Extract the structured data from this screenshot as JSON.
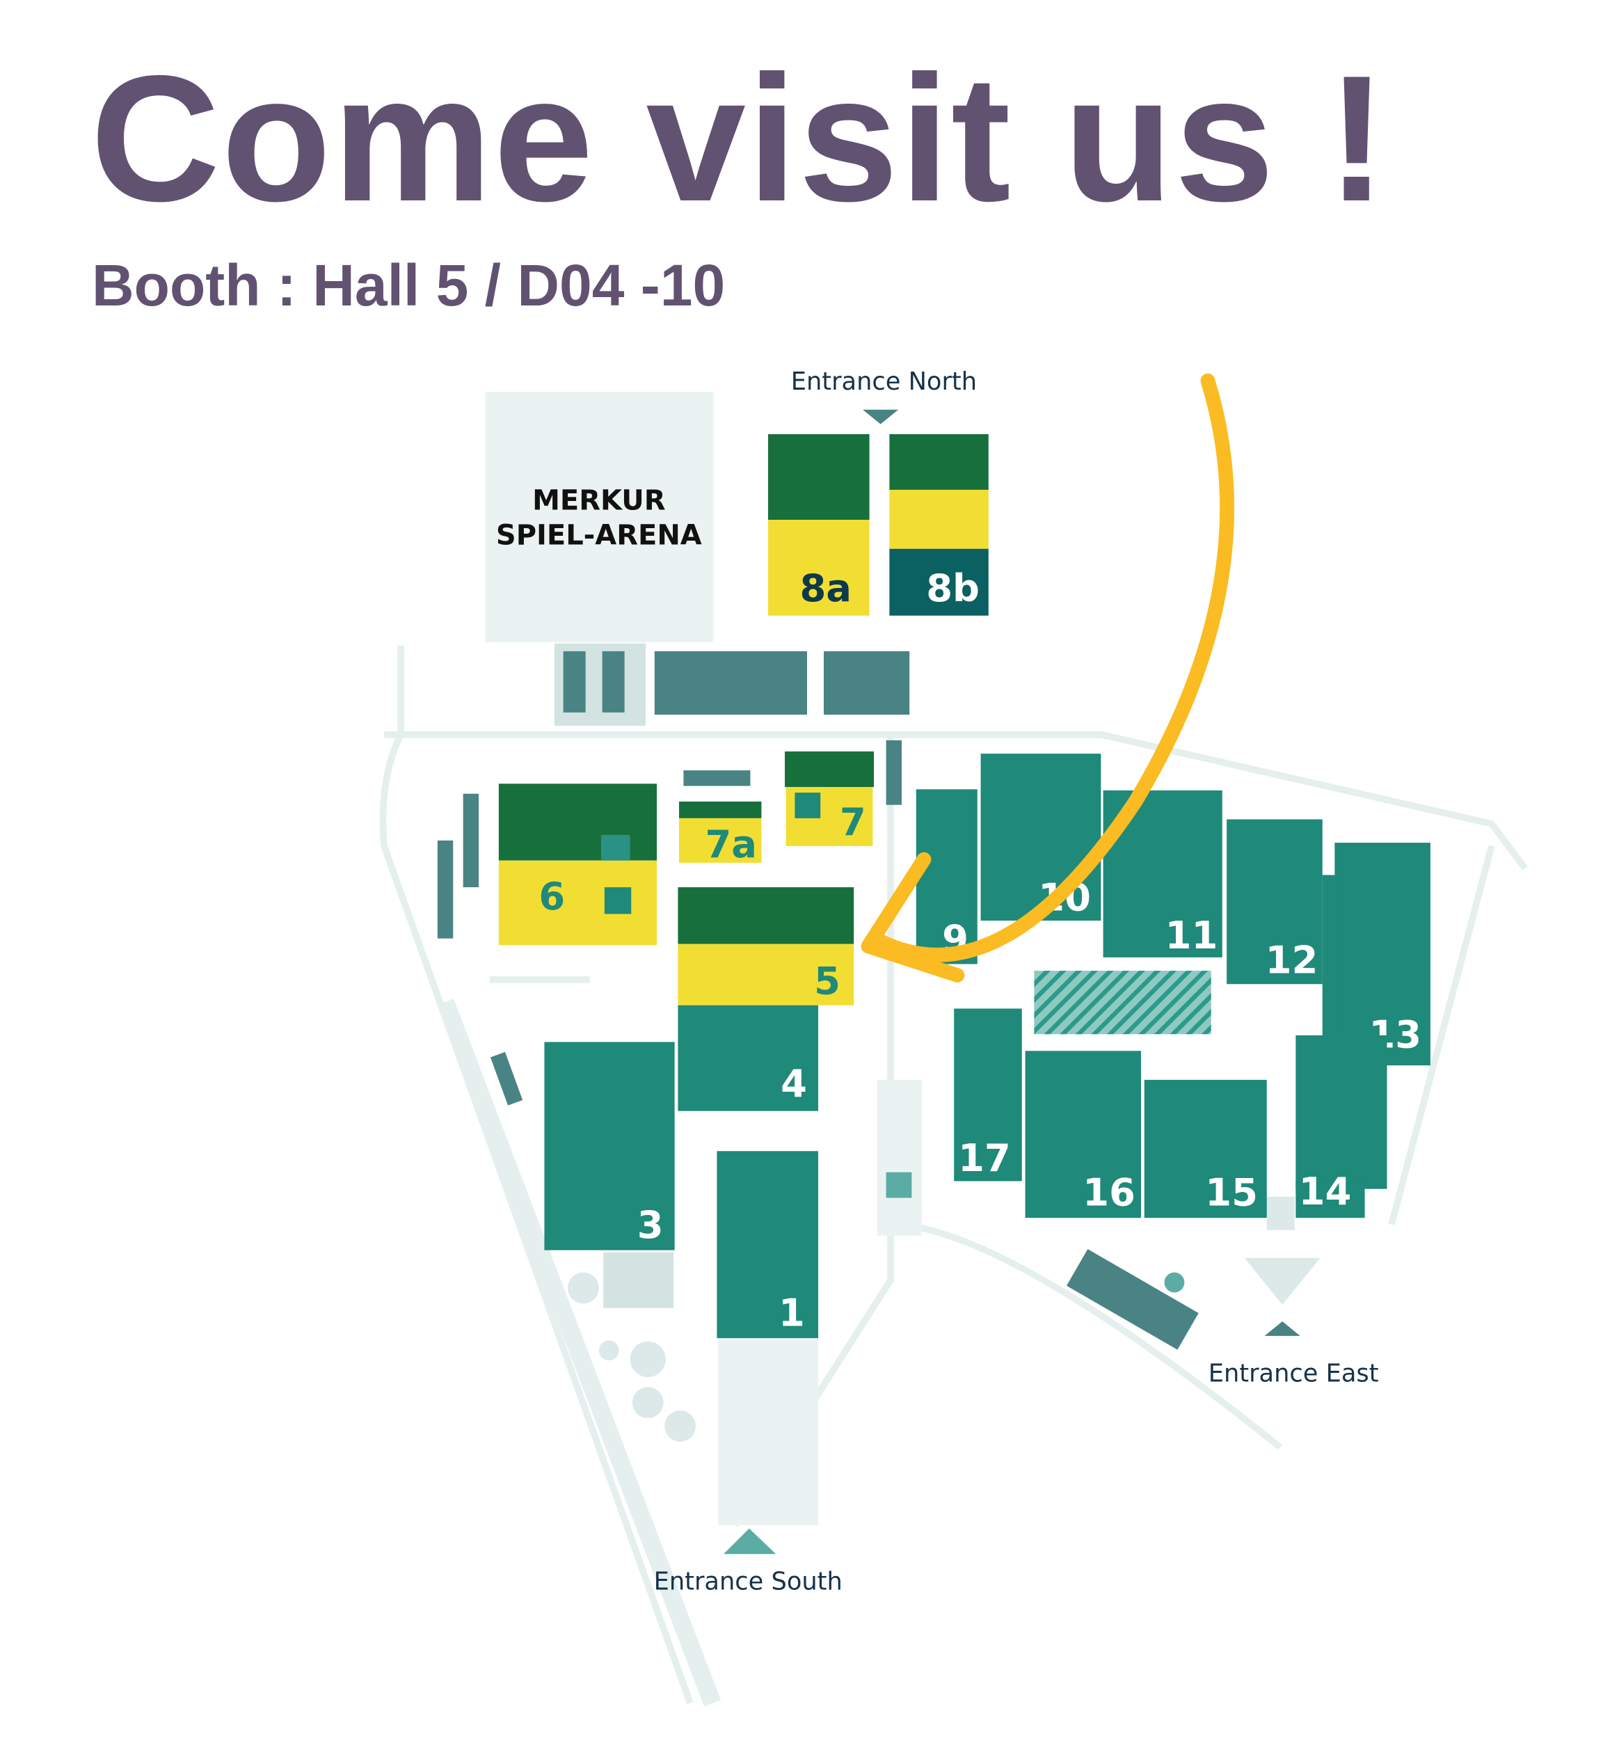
{
  "heading": "Come visit us !",
  "booth": "Booth : Hall 5 / D04 -10",
  "map": {
    "arena_line1": "MERKUR",
    "arena_line2": "SPIEL-ARENA",
    "entrances": {
      "north": "Entrance North",
      "east": "Entrance East",
      "south": "Entrance South"
    },
    "halls": {
      "h1": "1",
      "h3": "3",
      "h4": "4",
      "h5": "5",
      "h6": "6",
      "h7": "7",
      "h7a": "7a",
      "h8a": "8a",
      "h8b": "8b",
      "h9": "9",
      "h10": "10",
      "h11": "11",
      "h12": "12",
      "h13": "13",
      "h14": "14",
      "h15": "15",
      "h16": "16",
      "h17": "17"
    },
    "highlighted_hall": "5"
  },
  "colors": {
    "purple": "#625271",
    "dark_green": "#17703c",
    "yellow": "#f2de33",
    "teal": "#1f897a",
    "dark_teal": "#0b6061",
    "grey_teal": "#4a8383",
    "arrow": "#fbbb22",
    "paths": "#e4efee"
  }
}
